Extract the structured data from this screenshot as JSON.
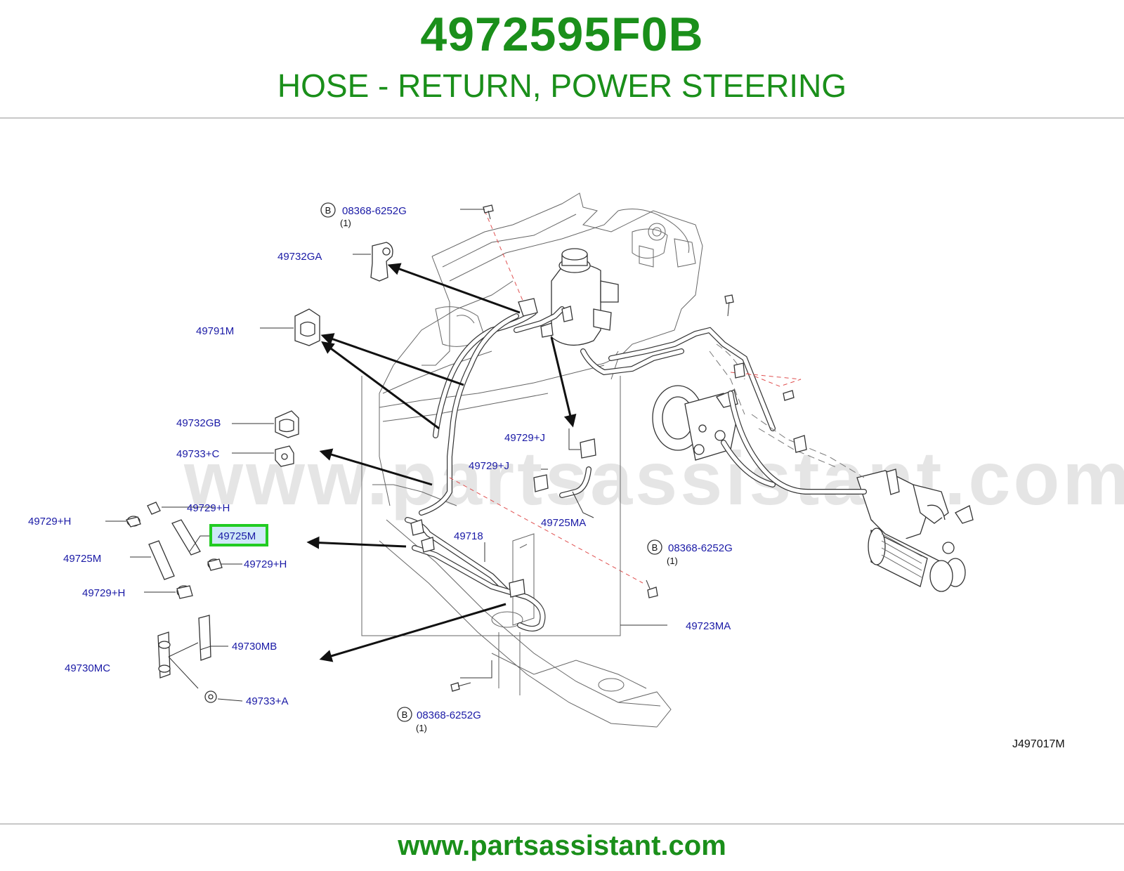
{
  "header": {
    "part_number": "4972595F0B",
    "description": "HOSE - RETURN, POWER STEERING"
  },
  "footer": {
    "url": "www.partsassistant.com"
  },
  "watermark": "www.partsassistant.com",
  "diagram": {
    "reference_code": "J497017M",
    "highlight_color": "#22cc22",
    "callouts": {
      "bolt_top": "08368-6252G",
      "bolt_top_qty": "(1)",
      "bracket_ga": "49732GA",
      "clamp_791m": "49791M",
      "clamp_gb": "49732GB",
      "grommet_c": "49733+C",
      "clip_h_1": "49729+H",
      "clip_h_2": "49729+H",
      "clip_h_3": "49729+H",
      "clip_h_4": "49729+H",
      "hose_725m_highlight": "49725M",
      "hose_725m": "49725M",
      "clip_j_1": "49729+J",
      "clip_j_2": "49729+J",
      "hose_725ma": "49725MA",
      "tube_718": "49718",
      "bolt_right": "08368-6252G",
      "bolt_right_qty": "(1)",
      "hose_assy": "49723MA",
      "bracket_mb": "49730MB",
      "bracket_mc": "49730MC",
      "grommet_a": "49733+A",
      "bolt_bottom": "08368-6252G",
      "bolt_bottom_qty": "(1)",
      "circle_b": "B"
    }
  }
}
